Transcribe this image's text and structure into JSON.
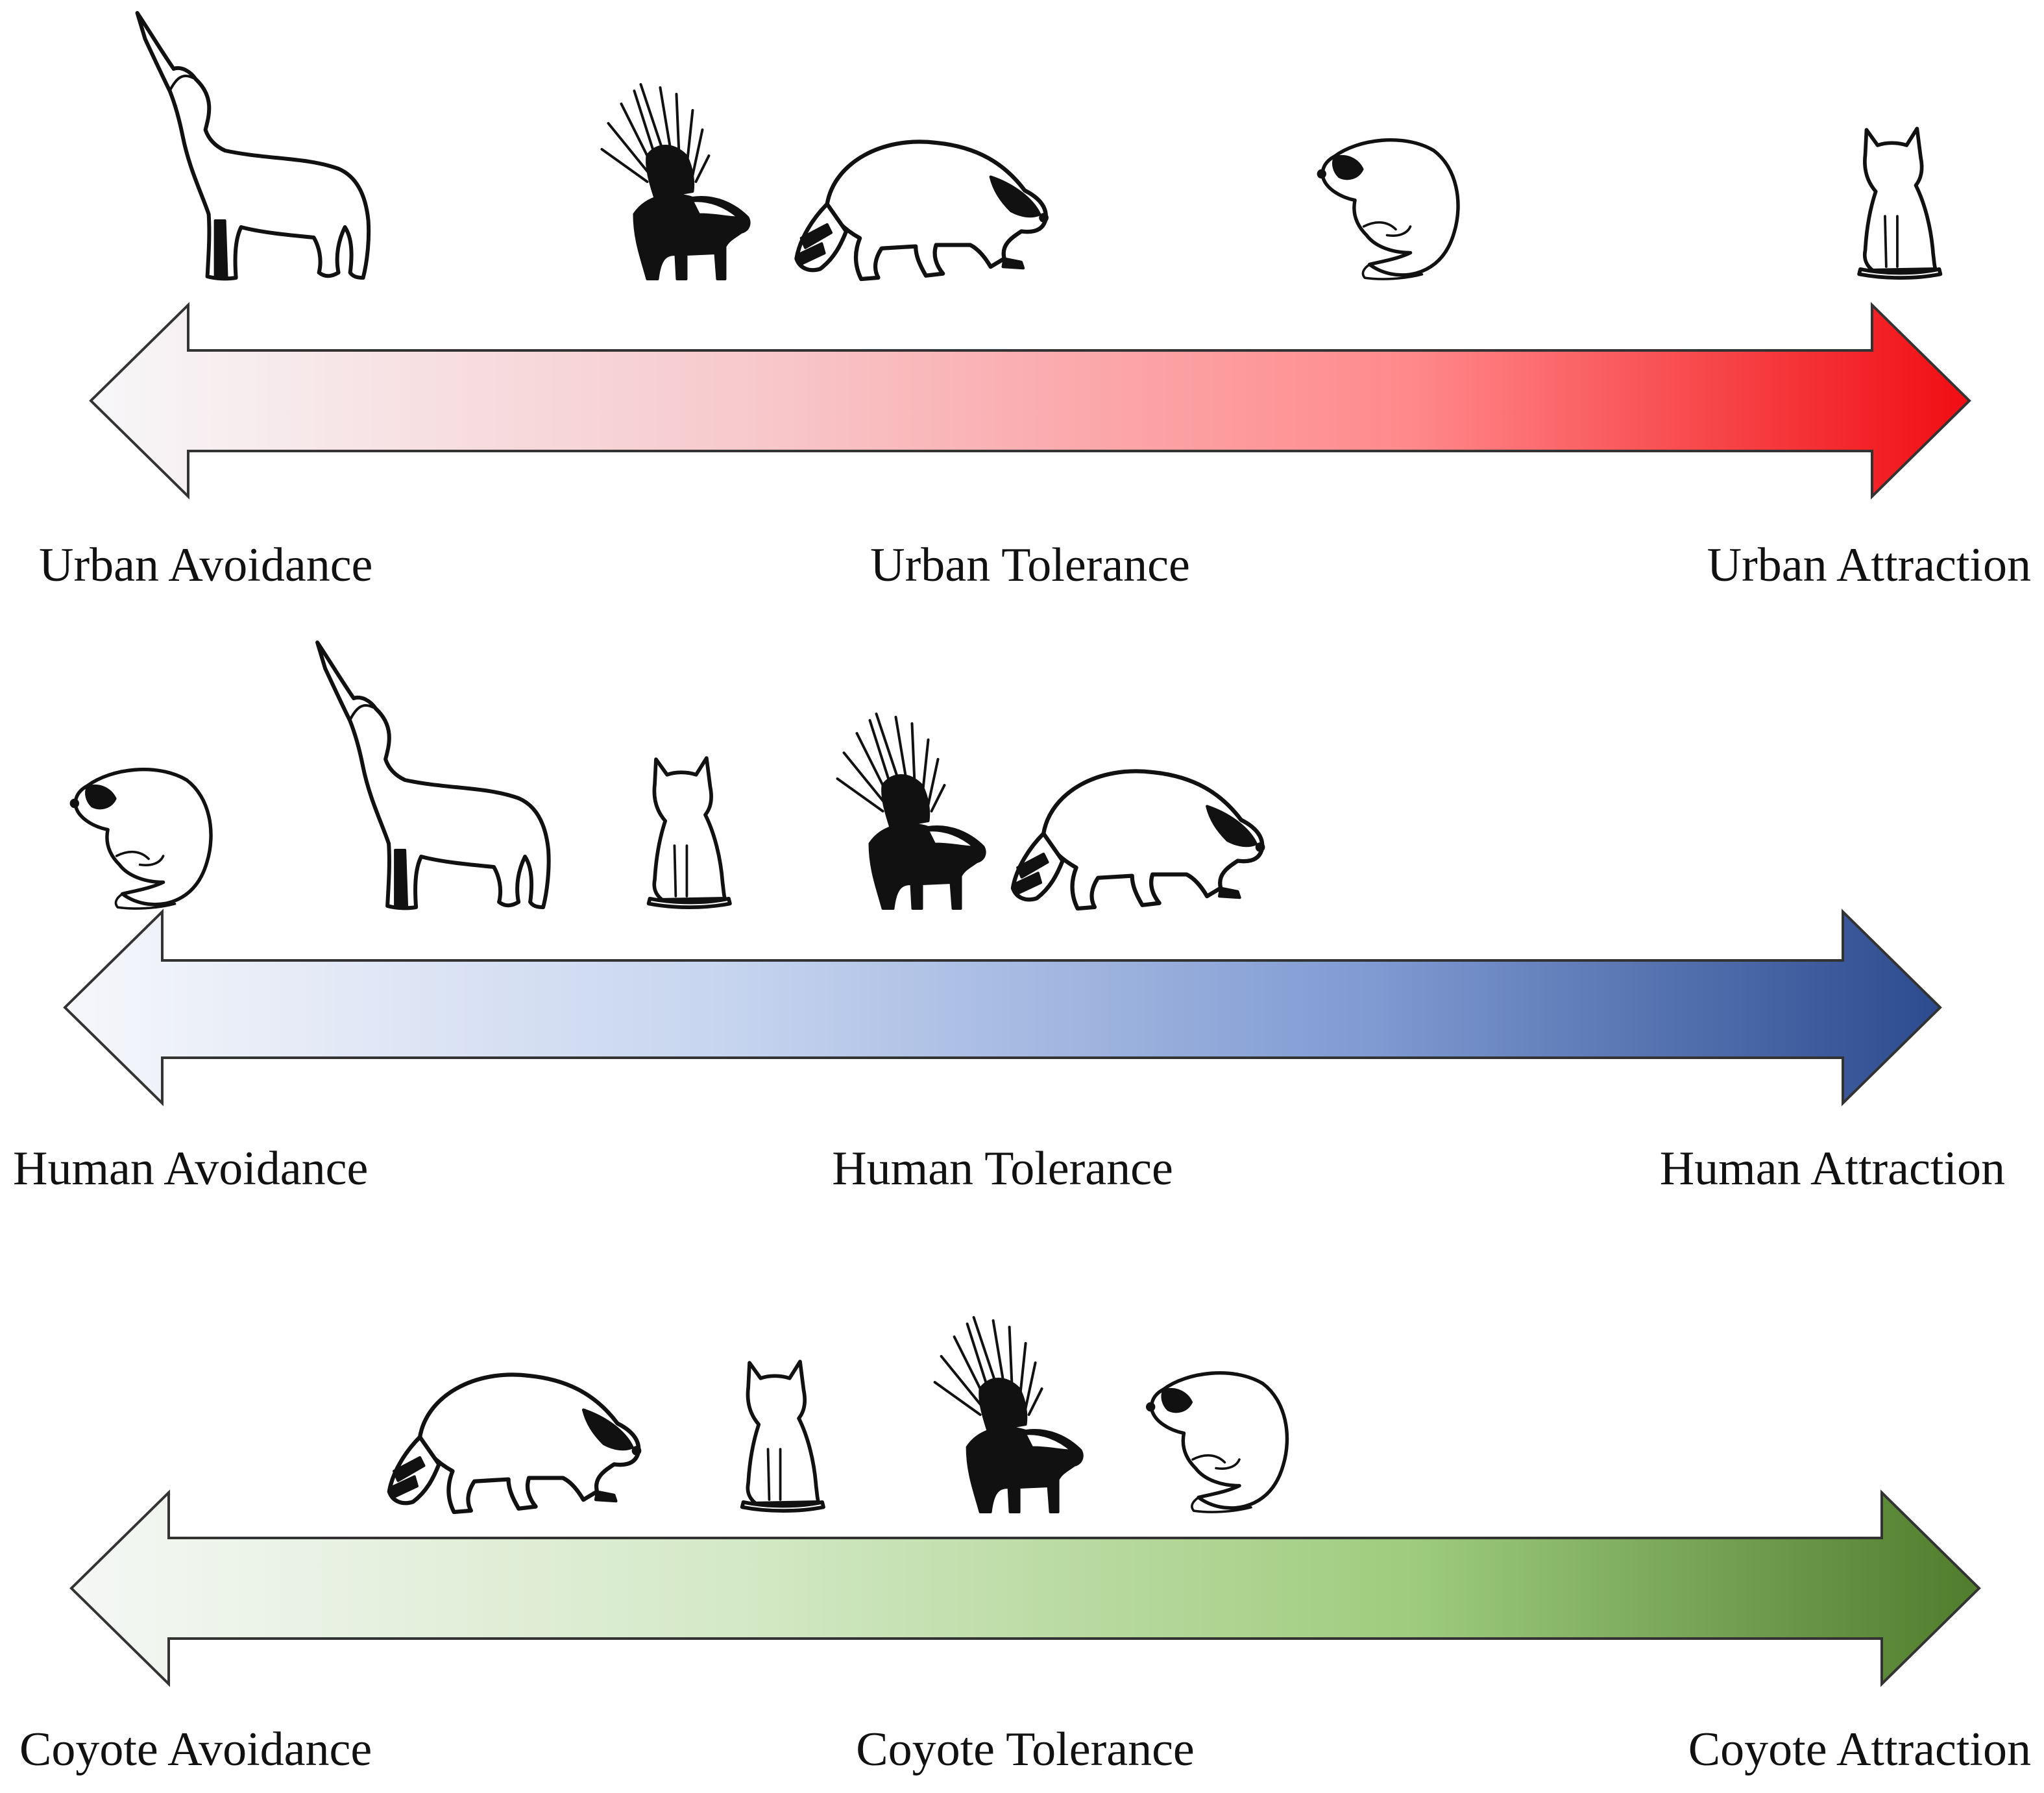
{
  "diagram": {
    "scales": [
      {
        "id": "urban",
        "gradient": [
          "#f7f7f9",
          "#f7c9cc",
          "#ff8a8c",
          "#f00d12"
        ],
        "labels": {
          "left": "Urban Avoidance",
          "center": "Urban Tolerance",
          "right": "Urban Attraction"
        },
        "animals": [
          {
            "icon": "coyote-icon",
            "position": 0.08
          },
          {
            "icon": "skunk-icon",
            "position": 0.31
          },
          {
            "icon": "raccoon-icon",
            "position": 0.44
          },
          {
            "icon": "opossum-icon",
            "position": 0.69
          },
          {
            "icon": "cat-icon",
            "position": 0.96
          }
        ]
      },
      {
        "id": "human",
        "gradient": [
          "#f6f7fb",
          "#c7d5ef",
          "#7f9ad2",
          "#2c4b8e"
        ],
        "labels": {
          "left": "Human Avoidance",
          "center": "Human Tolerance",
          "right": "Human Attraction"
        },
        "animals": [
          {
            "icon": "opossum-icon",
            "position": 0.04
          },
          {
            "icon": "coyote-icon",
            "position": 0.19
          },
          {
            "icon": "cat-icon",
            "position": 0.33
          },
          {
            "icon": "skunk-icon",
            "position": 0.45
          },
          {
            "icon": "raccoon-icon",
            "position": 0.57
          }
        ]
      },
      {
        "id": "coyote",
        "gradient": [
          "#f5f7f5",
          "#d4e9c6",
          "#9fcc7e",
          "#4f7d2c"
        ],
        "labels": {
          "left": "Coyote Avoidance",
          "center": "Coyote Tolerance",
          "right": "Coyote Attraction"
        },
        "animals": [
          {
            "icon": "raccoon-icon",
            "position": 0.23
          },
          {
            "icon": "cat-icon",
            "position": 0.37
          },
          {
            "icon": "skunk-icon",
            "position": 0.49
          },
          {
            "icon": "opossum-icon",
            "position": 0.6
          }
        ]
      }
    ]
  }
}
